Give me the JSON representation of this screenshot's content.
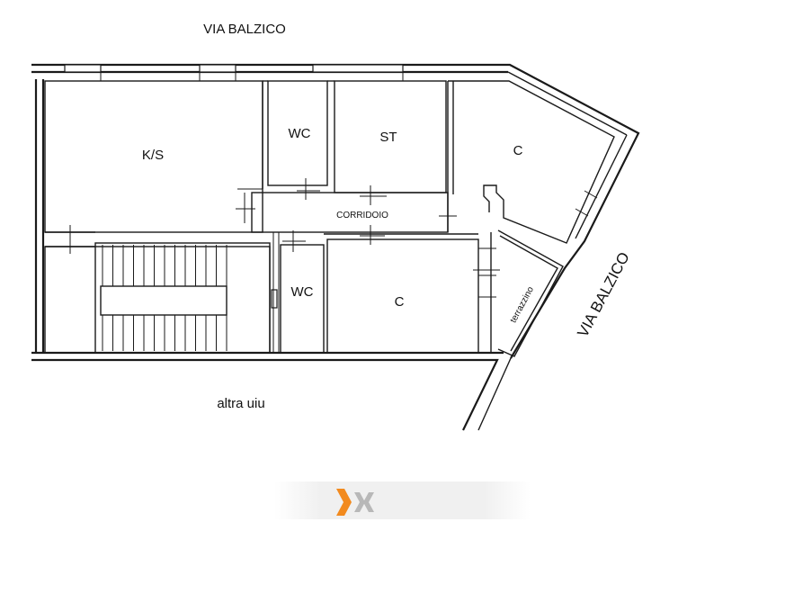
{
  "plan": {
    "street_top": "VIA BALZICO",
    "street_right": "VIA BALZICO",
    "neighbor_bottom": "altra uiu",
    "rooms": {
      "ks": "K/S",
      "wc_top": "WC",
      "st": "ST",
      "c_top": "C",
      "corridoio": "CORRIDOIO",
      "wc_bottom": "WC",
      "c_bottom": "C",
      "terrazzino": "terrazzino"
    }
  },
  "logo": {
    "icon": "x-logo-icon",
    "colors": {
      "orange": "#f28a1e",
      "grey": "#b8b8b8"
    }
  }
}
